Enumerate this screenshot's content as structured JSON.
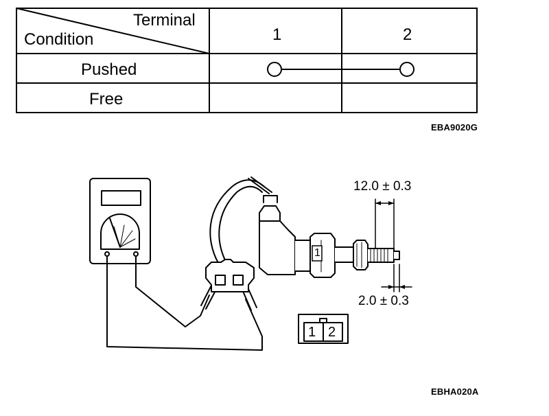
{
  "table": {
    "header_terminal": "Terminal",
    "header_condition": "Condition",
    "terminals": [
      "1",
      "2"
    ],
    "rows": [
      {
        "condition": "Pushed",
        "continuity": true
      },
      {
        "condition": "Free",
        "continuity": false
      }
    ]
  },
  "figure_codes": {
    "table": "EBA9020G",
    "diagram": "EBHA020A"
  },
  "diagram": {
    "dimension_overall": "12.0 ± 0.3",
    "dimension_stroke": "2.0 ± 0.3",
    "switch_marker": "1",
    "connector_pins": [
      "1",
      "2"
    ]
  }
}
